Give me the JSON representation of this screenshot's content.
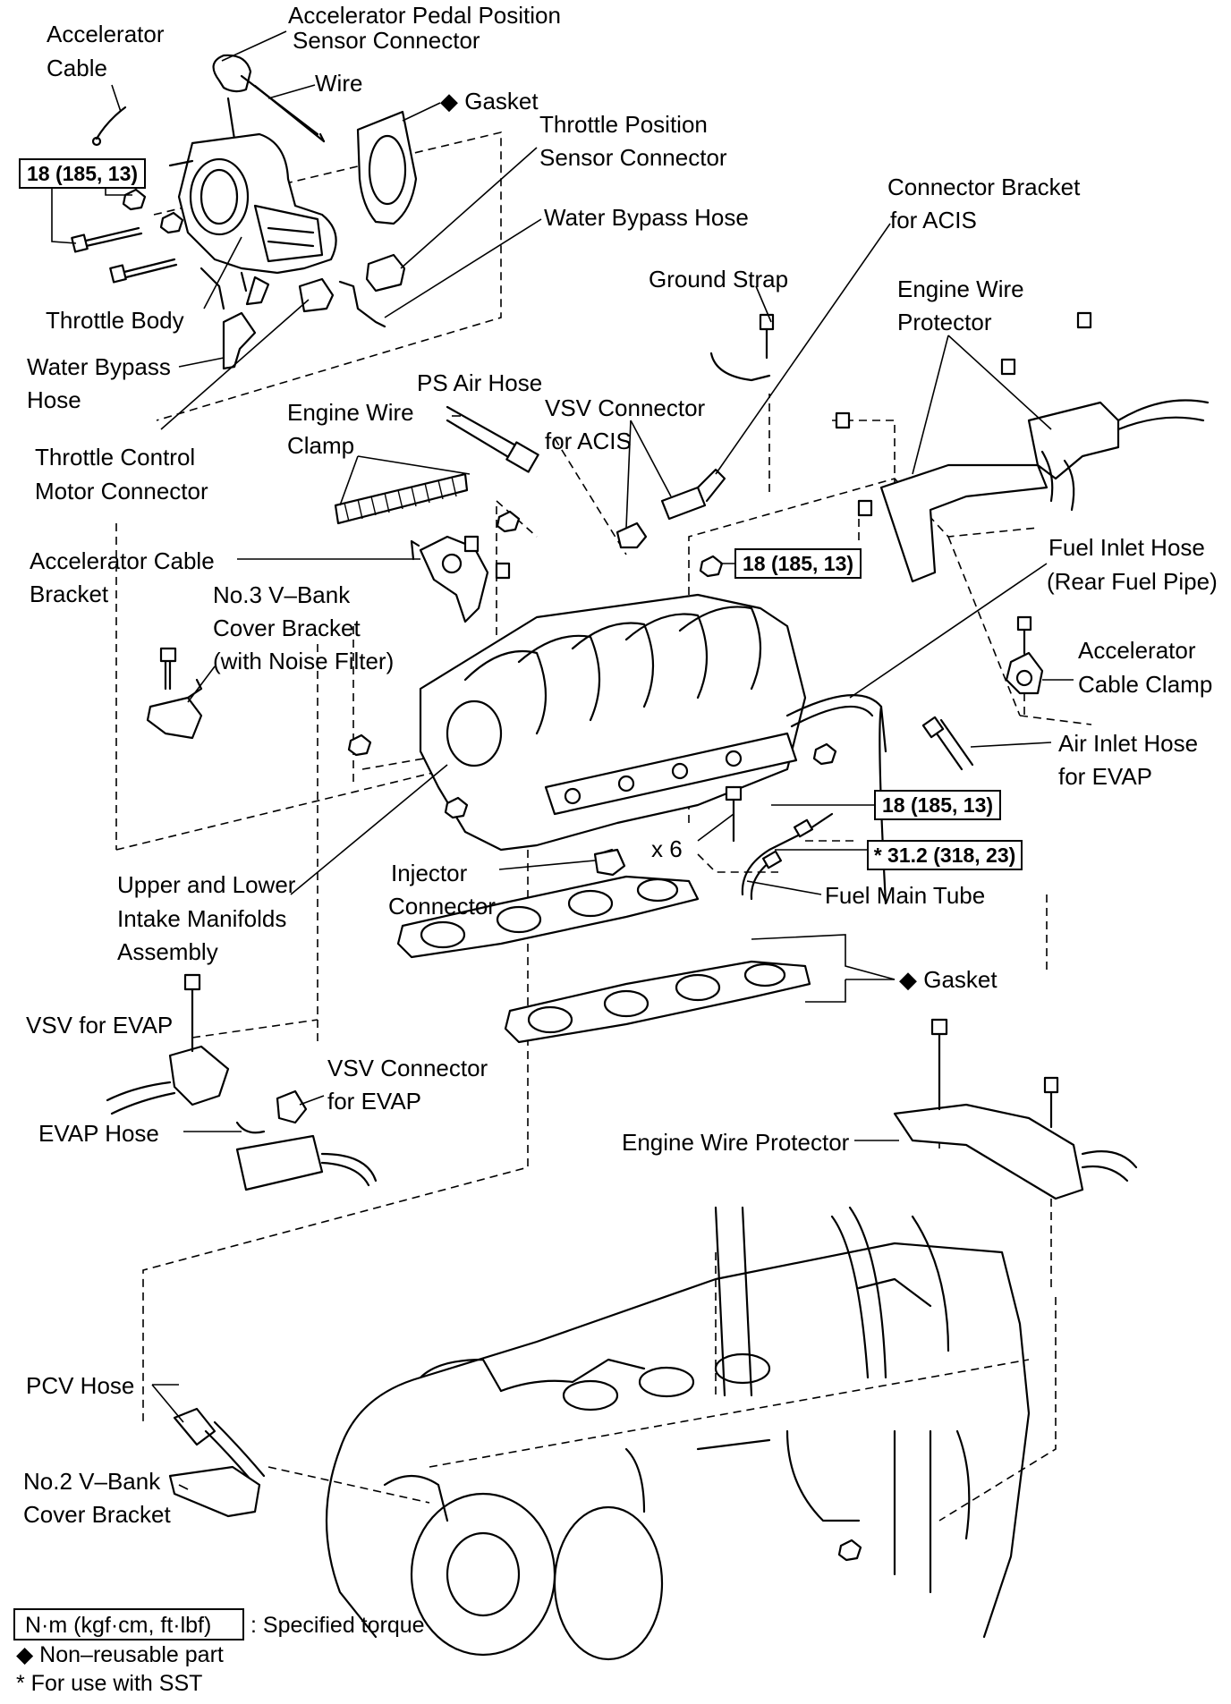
{
  "labels": {
    "accelerator_cable": [
      "Accelerator",
      "Cable"
    ],
    "accel_pedal_sensor_connector": [
      "Accelerator Pedal Position",
      "Sensor Connector"
    ],
    "wire": "Wire",
    "gasket_top": "◆ Gasket",
    "throttle_position_sensor_connector": [
      "Throttle Position",
      "Sensor Connector"
    ],
    "water_bypass_hose_upper": "Water Bypass Hose",
    "connector_bracket_acis": [
      "Connector Bracket",
      "for ACIS"
    ],
    "ground_strap": "Ground Strap",
    "engine_wire_protector_upper": [
      "Engine Wire",
      "Protector"
    ],
    "throttle_body": "Throttle Body",
    "water_bypass_hose_lower": [
      "Water Bypass",
      "Hose"
    ],
    "ps_air_hose": "PS Air Hose",
    "vsv_connector_acis": [
      "VSV Connector",
      "for ACIS"
    ],
    "engine_wire_clamp": [
      "Engine Wire",
      "Clamp"
    ],
    "throttle_control_motor_connector": [
      "Throttle Control",
      "Motor Connector"
    ],
    "accelerator_cable_bracket": [
      "Accelerator Cable",
      "Bracket"
    ],
    "fuel_inlet_hose": [
      "Fuel Inlet Hose",
      "(Rear Fuel Pipe)"
    ],
    "no3_vbank_cover_bracket": [
      "No.3 V–Bank",
      "Cover Bracket",
      "(with Noise Filter)"
    ],
    "accelerator_cable_clamp": [
      "Accelerator",
      "Cable Clamp"
    ],
    "air_inlet_hose_evap": [
      "Air Inlet Hose",
      "for EVAP"
    ],
    "x6": "x 6",
    "injector_connector": [
      "Injector",
      "Connector"
    ],
    "upper_lower_intake_manifolds": [
      "Upper and Lower",
      "Intake Manifolds",
      "Assembly"
    ],
    "fuel_main_tube": "Fuel Main Tube",
    "gasket_lower": "◆ Gasket",
    "vsv_for_evap": "VSV for EVAP",
    "vsv_connector_evap": [
      "VSV Connector",
      "for EVAP"
    ],
    "evap_hose": "EVAP Hose",
    "engine_wire_protector_lower": "Engine Wire Protector",
    "pcv_hose": "PCV Hose",
    "no2_vbank_cover_bracket": [
      "No.2 V–Bank",
      "Cover Bracket"
    ]
  },
  "torque_boxes": {
    "throttle_body_bolts": "18 (185, 13)",
    "manifold_nut": "18 (185, 13)",
    "fuel_rail_bolts": "18 (185, 13)",
    "fuel_main_tube_sst": "* 31.2 (318, 23)"
  },
  "legend": {
    "units_box": "N·m (kgf·cm, ft·lbf)",
    "units_desc": ": Specified torque",
    "non_reusable": "◆ Non–reusable part",
    "sst": "* For use with SST"
  }
}
